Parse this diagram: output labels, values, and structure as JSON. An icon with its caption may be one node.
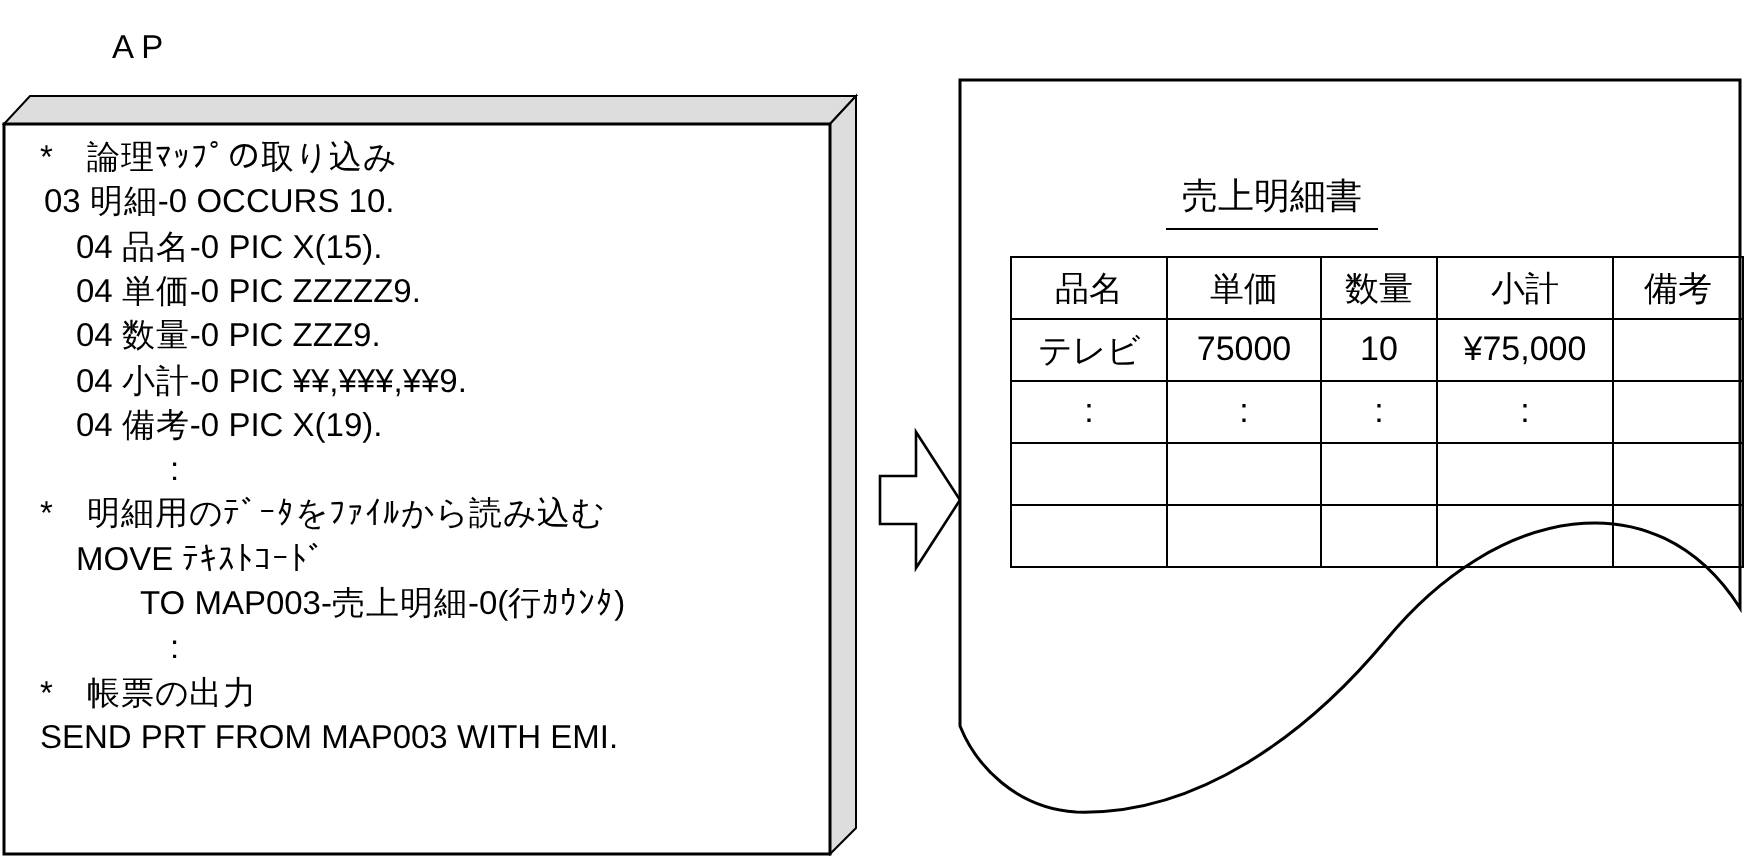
{
  "diagram": {
    "nodes": [
      {
        "text": [
          "A P",
          "*　論理ﾏｯﾌﾟの取り込み",
          "03 明細-0 OCCURS 10.",
          "04 品名-0 PIC X(15).",
          "04 単価-0 PIC ZZZZZ9.",
          "04 数量-0 PIC ZZZ9.",
          "04 小計-0 PIC ¥¥,¥¥¥,¥¥9.",
          "04 備考-0 PIC X(19).",
          ":",
          "*　明細用のﾃﾞｰﾀをﾌｧｲﾙから読み込む",
          "MOVE ﾃｷｽﾄｺｰﾄﾞ",
          "TO MAP003-売上明細-0(行ｶｳﾝﾀ)",
          ":",
          "*　帳票の出力",
          "SEND PRT FROM MAP003 WITH EMI."
        ]
      },
      {
        "text": [
          "売上明細書"
        ]
      }
    ],
    "edges": [
      {
        "from": 0,
        "to": 1,
        "arrow": "to"
      }
    ],
    "labels": [
      "品名",
      "単価",
      "数量",
      "小計",
      "備考",
      "テレビ",
      "75000",
      "10",
      "¥75,000",
      ":",
      ":",
      ":",
      ":"
    ]
  }
}
